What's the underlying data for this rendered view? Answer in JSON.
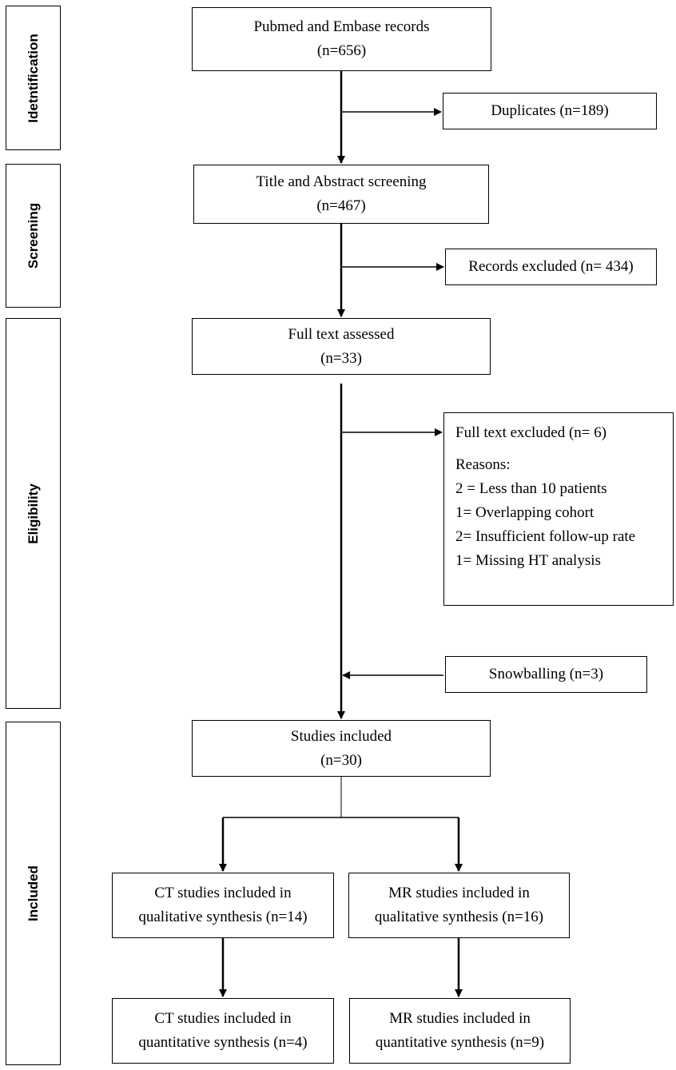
{
  "stages": [
    {
      "id": "identification",
      "label": "Idetntification"
    },
    {
      "id": "screening",
      "label": "Screening"
    },
    {
      "id": "eligibility",
      "label": "Eligibility"
    },
    {
      "id": "included",
      "label": "Included"
    }
  ],
  "boxes": {
    "records": {
      "line1": "Pubmed and Embase records",
      "line2": "(n=656)"
    },
    "duplicates": {
      "line1": "Duplicates (n=189)"
    },
    "title_abstract": {
      "line1": "Title and Abstract screening",
      "line2": "(n=467)"
    },
    "records_excluded": {
      "line1": "Records excluded (n= 434)"
    },
    "full_text": {
      "line1": "Full text assessed",
      "line2": "(n=33)"
    },
    "full_text_excluded": {
      "title": "Full text excluded (n= 6)",
      "reasons_label": "Reasons:",
      "reasons": [
        "2 = Less than 10 patients",
        "1= Overlapping cohort",
        "2= Insufficient follow-up rate",
        "1= Missing HT analysis"
      ]
    },
    "snowballing": {
      "line1": "Snowballing (n=3)"
    },
    "studies_included": {
      "line1": "Studies included",
      "line2": "(n=30)"
    },
    "ct_qualitative": {
      "line1": "CT studies included in",
      "line2": "qualitative synthesis (n=14)"
    },
    "mr_qualitative": {
      "line1": "MR studies included in",
      "line2": "qualitative synthesis (n=16)"
    },
    "ct_quantitative": {
      "line1": "CT studies included in",
      "line2": "quantitative synthesis (n=4)"
    },
    "mr_quantitative": {
      "line1": "MR studies included in",
      "line2": "quantitative synthesis (n=9)"
    }
  }
}
